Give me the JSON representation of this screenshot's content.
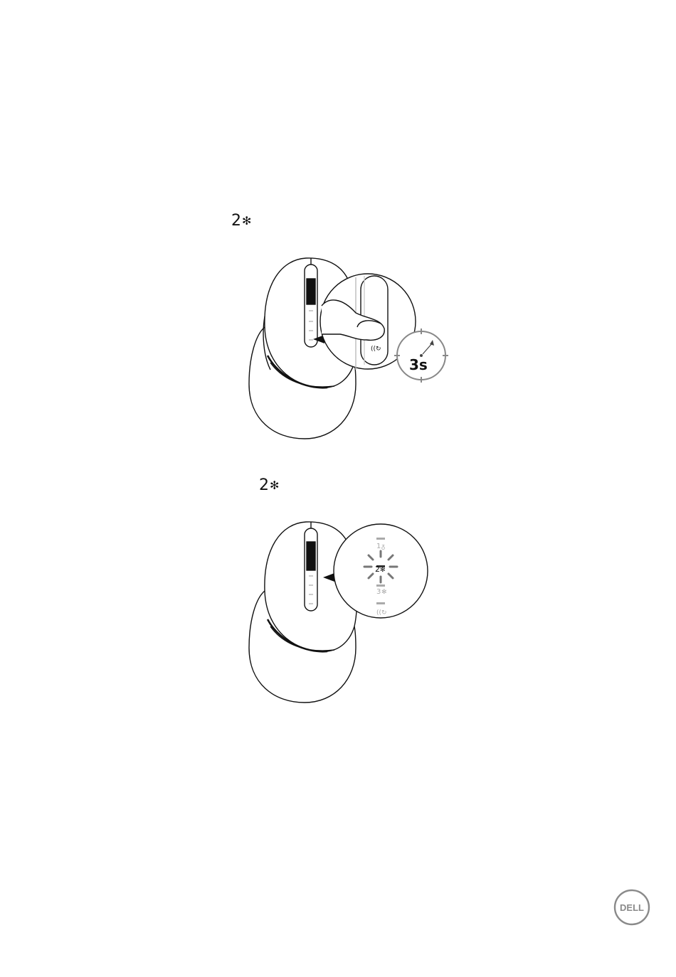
{
  "step1": {
    "channel_number": "2",
    "channel_icon": "bluetooth-icon",
    "timer_label": "3s"
  },
  "step2": {
    "channel_number": "2",
    "channel_icon": "bluetooth-icon",
    "leds": [
      {
        "label": "1",
        "icon": "dongle-icon",
        "state": "off"
      },
      {
        "label": "2",
        "icon": "bluetooth-icon",
        "state": "blinking"
      },
      {
        "label": "3",
        "icon": "bluetooth-icon",
        "state": "off"
      },
      {
        "label": "",
        "icon": "pairing-icon",
        "state": "off"
      }
    ]
  },
  "brand": {
    "logo_text": "DELL",
    "color": "#8a8a8a"
  },
  "colors": {
    "line": "#111111",
    "gray": "#9a9a9a",
    "light_gray": "#c8c8c8"
  }
}
